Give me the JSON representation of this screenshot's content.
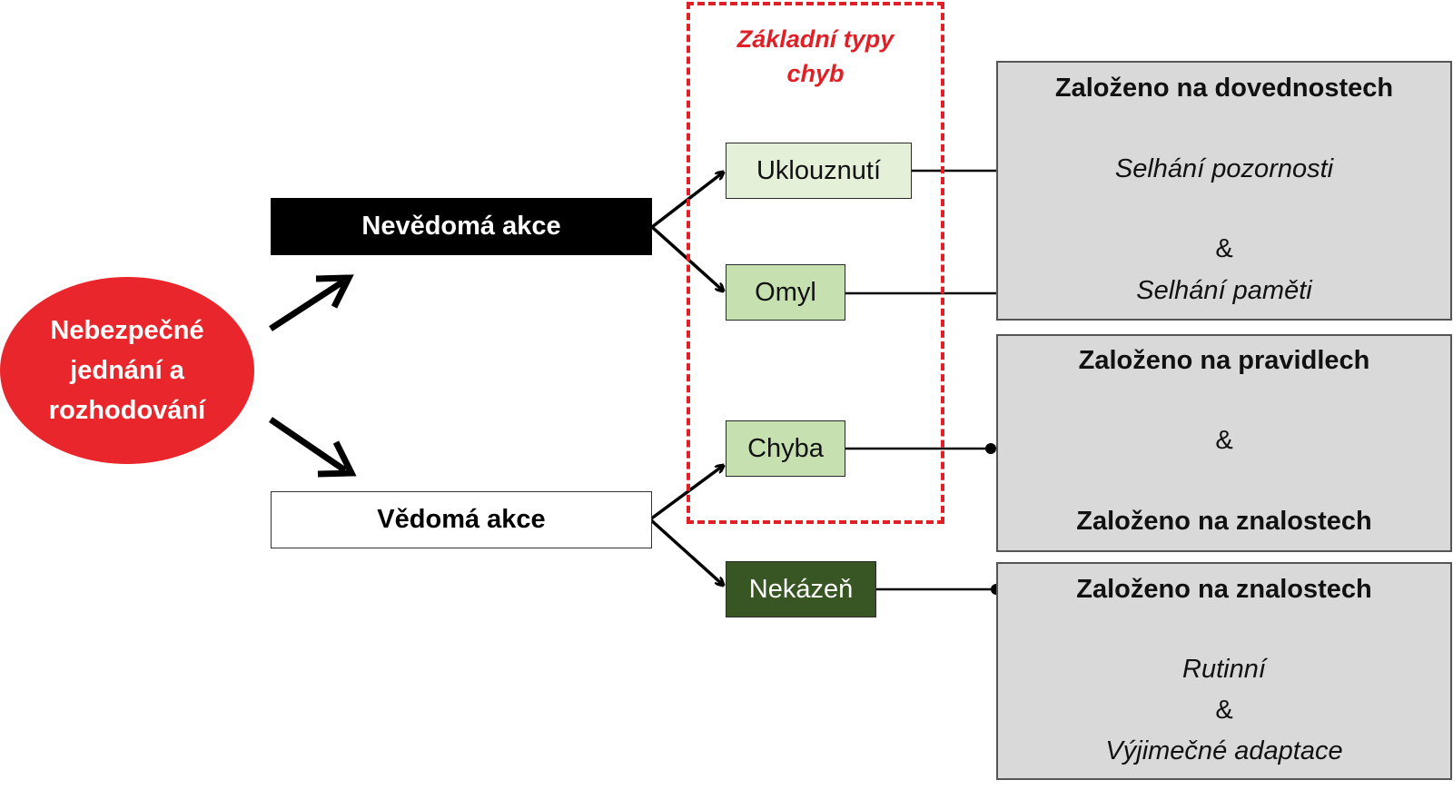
{
  "root": {
    "line1": "Nebezpečné",
    "line2": "jednání a",
    "line3": "rozhodování"
  },
  "actions": {
    "unconscious": "Nevědomá akce",
    "conscious": "Vědomá akce"
  },
  "error_types": {
    "title_line1": "Základní typy",
    "title_line2": "chyb",
    "slip": "Uklouznutí",
    "lapse": "Omyl",
    "mistake": "Chyba",
    "violation": "Nekázeň"
  },
  "panels": {
    "skills": {
      "heading": "Založeno na dovednostech",
      "item1": "Selhání pozornosti",
      "amp": "&",
      "item2": "Selhání paměti"
    },
    "rules_knowledge": {
      "heading1": "Založeno na pravidlech",
      "amp": "&",
      "heading2": "Založeno na znalostech"
    },
    "knowledge": {
      "heading": "Založeno na znalostech",
      "item1": "Rutinní",
      "amp": "&",
      "item2": "Výjimečné adaptace"
    }
  },
  "colors": {
    "root_red": "#e8262b",
    "dashed_red": "#e01f26",
    "slip_fill": "#e4f0d8",
    "lapse_fill": "#c6e0b0",
    "mistake_fill": "#c6e0b0",
    "violation_fill": "#375623",
    "panel_fill": "#d9d9d9"
  }
}
